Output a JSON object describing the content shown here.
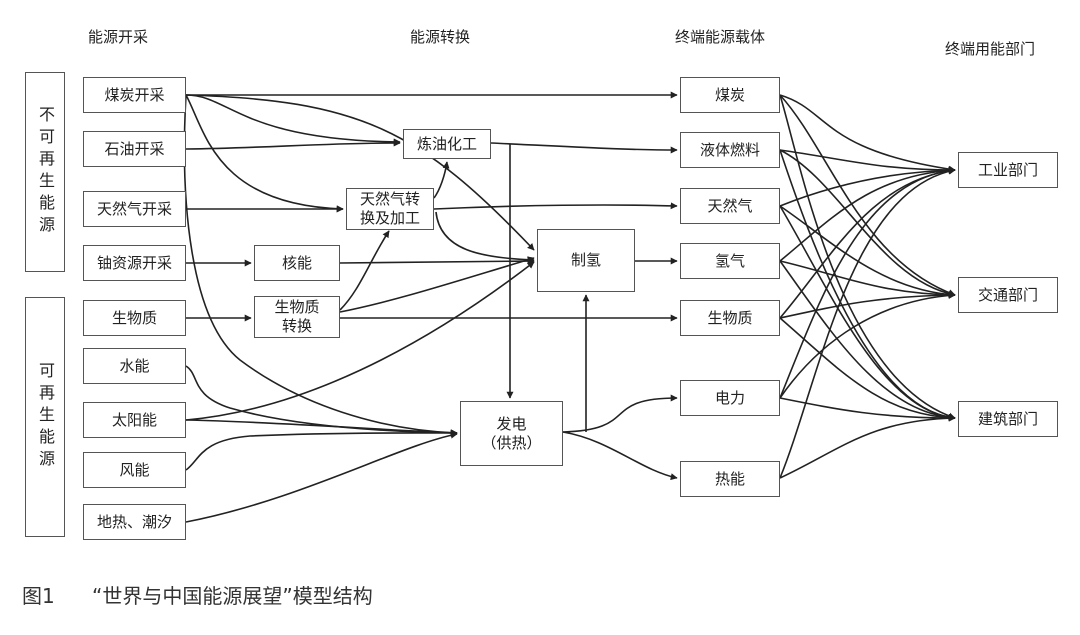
{
  "headers": {
    "mining": "能源开采",
    "conversion": "能源转换",
    "carrier": "终端能源载体",
    "sector": "终端用能部门"
  },
  "groups": {
    "nonrenewable": "不可再生能源",
    "renewable": "可再生能源"
  },
  "nodes": {
    "coal_mining": "煤炭开采",
    "oil_mining": "石油开采",
    "gas_mining": "天然气开采",
    "uranium": "铀资源开采",
    "biomass_src": "生物质",
    "hydro": "水能",
    "solar": "太阳能",
    "wind": "风能",
    "geo_tidal": "地热、潮汐",
    "refining": "炼油化工",
    "gas_proc": "天然气转\n换及加工",
    "nuclear": "核能",
    "bio_conv": "生物质\n转换",
    "hydrogen_prod": "制氢",
    "power_gen": "发电\n（供热）",
    "coal": "煤炭",
    "liquid_fuel": "液体燃料",
    "natural_gas": "天然气",
    "hydrogen": "氢气",
    "biomass": "生物质",
    "electricity": "电力",
    "heat": "热能",
    "industry": "工业部门",
    "transport": "交通部门",
    "building": "建筑部门"
  },
  "caption": {
    "number": "图1",
    "text": "“世界与中国能源展望”模型结构"
  }
}
